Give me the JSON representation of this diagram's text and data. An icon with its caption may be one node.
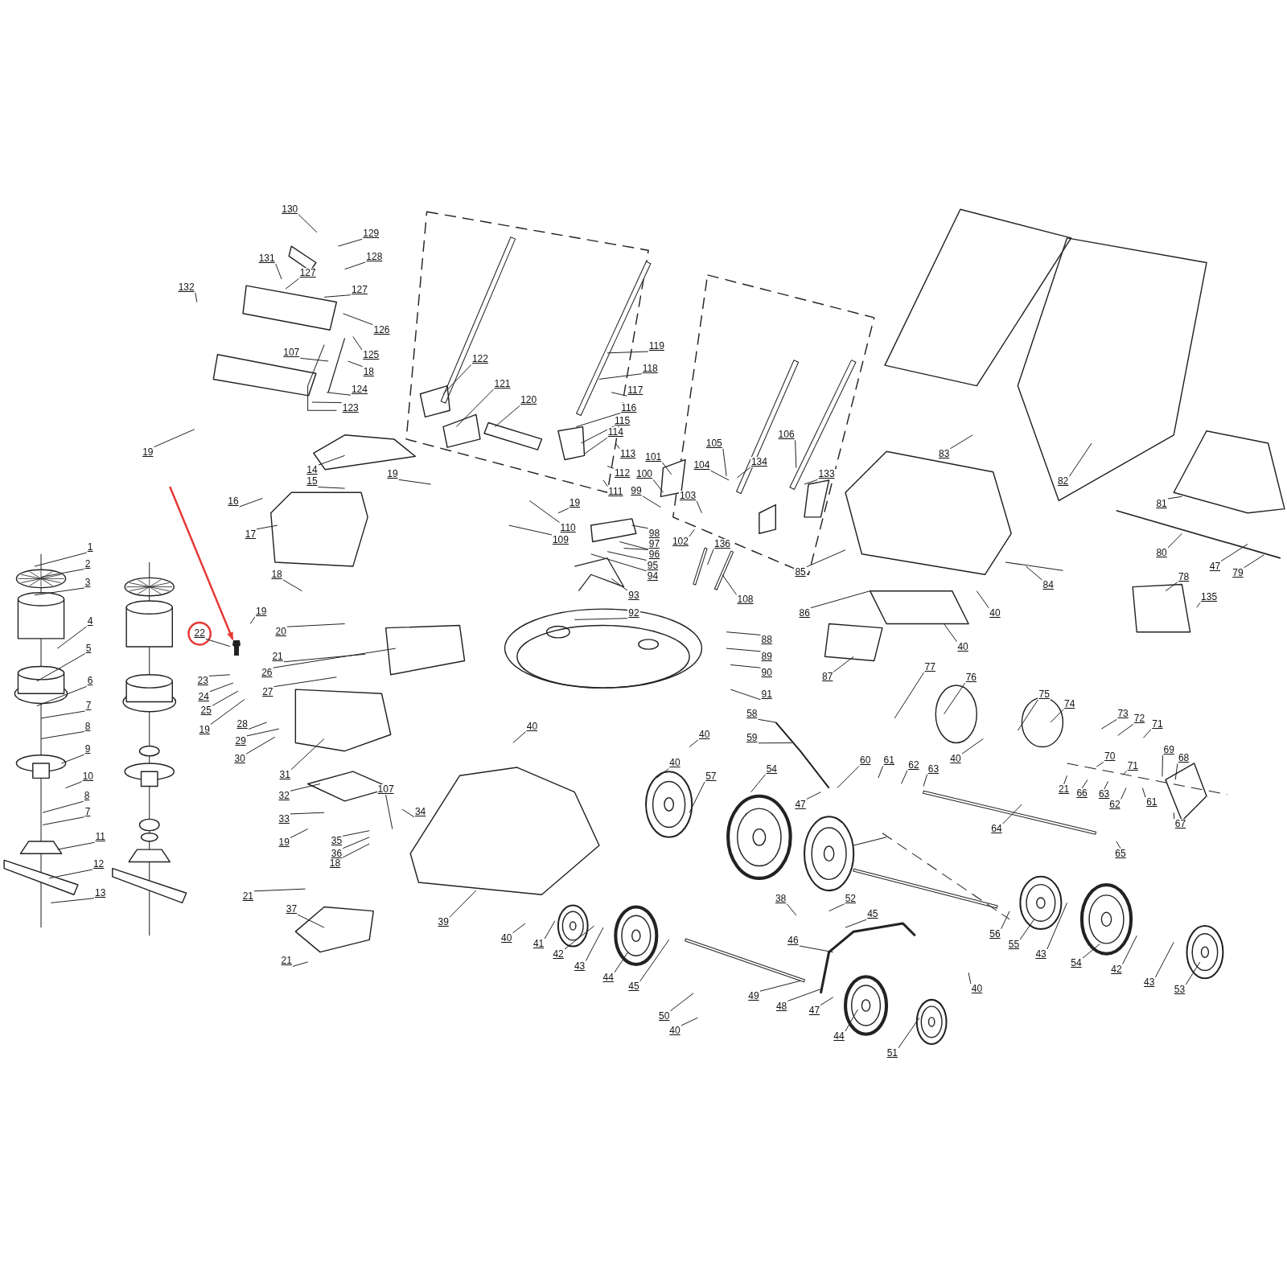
{
  "diagram": {
    "nodes": [
      {
        "text": [
          "130"
        ]
      },
      {
        "text": [
          "129"
        ]
      },
      {
        "text": [
          "131"
        ]
      },
      {
        "text": [
          "128"
        ]
      },
      {
        "text": [
          "127"
        ]
      },
      {
        "text": [
          "127"
        ]
      },
      {
        "text": [
          "132"
        ]
      },
      {
        "text": [
          "126"
        ]
      },
      {
        "text": [
          "125"
        ]
      },
      {
        "text": [
          "18"
        ]
      },
      {
        "text": [
          "107"
        ]
      },
      {
        "text": [
          "124"
        ]
      },
      {
        "text": [
          "123"
        ]
      },
      {
        "text": [
          "19"
        ]
      },
      {
        "text": [
          "122"
        ]
      },
      {
        "text": [
          "121"
        ]
      },
      {
        "text": [
          "120"
        ]
      },
      {
        "text": [
          "119"
        ]
      },
      {
        "text": [
          "118"
        ]
      },
      {
        "text": [
          "117"
        ]
      },
      {
        "text": [
          "116"
        ]
      },
      {
        "text": [
          "115"
        ]
      },
      {
        "text": [
          "114"
        ]
      },
      {
        "text": [
          "113"
        ]
      },
      {
        "text": [
          "112"
        ]
      },
      {
        "text": [
          "111"
        ]
      },
      {
        "text": [
          "14"
        ]
      },
      {
        "text": [
          "15"
        ]
      },
      {
        "text": [
          "19"
        ]
      },
      {
        "text": [
          "19"
        ]
      },
      {
        "text": [
          "110"
        ]
      },
      {
        "text": [
          "109"
        ]
      },
      {
        "text": [
          "101"
        ]
      },
      {
        "text": [
          "100"
        ]
      },
      {
        "text": [
          "99"
        ]
      },
      {
        "text": [
          "105"
        ]
      },
      {
        "text": [
          "104"
        ]
      },
      {
        "text": [
          "134"
        ]
      },
      {
        "text": [
          "106"
        ]
      },
      {
        "text": [
          "133"
        ]
      },
      {
        "text": [
          "103"
        ]
      },
      {
        "text": [
          "16"
        ]
      },
      {
        "text": [
          "98"
        ]
      },
      {
        "text": [
          "97"
        ]
      },
      {
        "text": [
          "102"
        ]
      },
      {
        "text": [
          "136"
        ]
      },
      {
        "text": [
          "17"
        ]
      },
      {
        "text": [
          "96"
        ]
      },
      {
        "text": [
          "95"
        ]
      },
      {
        "text": [
          "94"
        ]
      },
      {
        "text": [
          "93"
        ]
      },
      {
        "text": [
          "92"
        ]
      },
      {
        "text": [
          "108"
        ]
      },
      {
        "text": [
          "83"
        ]
      },
      {
        "text": [
          "82"
        ]
      },
      {
        "text": [
          "81"
        ]
      },
      {
        "text": [
          "80"
        ]
      },
      {
        "text": [
          "47"
        ]
      },
      {
        "text": [
          "79"
        ]
      },
      {
        "text": [
          "85"
        ]
      },
      {
        "text": [
          "86"
        ]
      },
      {
        "text": [
          "84"
        ]
      },
      {
        "text": [
          "78"
        ]
      },
      {
        "text": [
          "135"
        ]
      },
      {
        "text": [
          "40"
        ]
      },
      {
        "text": [
          "40"
        ]
      },
      {
        "text": [
          "87"
        ]
      },
      {
        "text": [
          "18"
        ]
      },
      {
        "text": [
          "1"
        ]
      },
      {
        "text": [
          "2"
        ]
      },
      {
        "text": [
          "3"
        ]
      },
      {
        "text": [
          "4"
        ]
      },
      {
        "text": [
          "5"
        ]
      },
      {
        "text": [
          "6"
        ]
      },
      {
        "text": [
          "7"
        ]
      },
      {
        "text": [
          "8"
        ]
      },
      {
        "text": [
          "9"
        ]
      },
      {
        "text": [
          "10"
        ]
      },
      {
        "text": [
          "8"
        ]
      },
      {
        "text": [
          "7"
        ]
      },
      {
        "text": [
          "11"
        ]
      },
      {
        "text": [
          "12"
        ]
      },
      {
        "text": [
          "13"
        ]
      },
      {
        "text": [
          "19"
        ]
      },
      {
        "text": [
          "22"
        ]
      },
      {
        "text": [],
        "shape": "picture"
      },
      {
        "text": [
          "20"
        ]
      },
      {
        "text": [
          "88"
        ]
      },
      {
        "text": [
          "21"
        ]
      },
      {
        "text": [
          "89"
        ]
      },
      {
        "text": [
          "26"
        ]
      },
      {
        "text": [
          "90"
        ]
      },
      {
        "text": [
          "23"
        ]
      },
      {
        "text": [
          "27"
        ]
      },
      {
        "text": [
          "91"
        ]
      },
      {
        "text": [
          "24"
        ]
      },
      {
        "text": [
          "25"
        ]
      },
      {
        "text": [
          "19"
        ]
      },
      {
        "text": [
          "28"
        ]
      },
      {
        "text": [
          "29"
        ]
      },
      {
        "text": [
          "30"
        ]
      },
      {
        "text": [
          "31"
        ]
      },
      {
        "text": [
          "32"
        ]
      },
      {
        "text": [
          "107"
        ]
      },
      {
        "text": [
          "34"
        ]
      },
      {
        "text": [
          "33"
        ]
      },
      {
        "text": [
          "19"
        ]
      },
      {
        "text": [
          "35"
        ]
      },
      {
        "text": [
          "36"
        ]
      },
      {
        "text": [
          "18"
        ]
      },
      {
        "text": [
          "21"
        ]
      },
      {
        "text": [
          "37"
        ]
      },
      {
        "text": [
          "21"
        ]
      },
      {
        "text": [
          "39"
        ]
      },
      {
        "text": [
          "77"
        ]
      },
      {
        "text": [
          "76"
        ]
      },
      {
        "text": [
          "75"
        ]
      },
      {
        "text": [
          "74"
        ]
      },
      {
        "text": [
          "73"
        ]
      },
      {
        "text": [
          "58"
        ]
      },
      {
        "text": [
          "72"
        ]
      },
      {
        "text": [
          "71"
        ]
      },
      {
        "text": [
          "40"
        ]
      },
      {
        "text": [
          "40"
        ]
      },
      {
        "text": [
          "59"
        ]
      },
      {
        "text": [
          "70"
        ]
      },
      {
        "text": [
          "69"
        ]
      },
      {
        "text": [
          "71"
        ]
      },
      {
        "text": [
          "40"
        ]
      },
      {
        "text": [
          "68"
        ]
      },
      {
        "text": [
          "40"
        ]
      },
      {
        "text": [
          "60"
        ]
      },
      {
        "text": [
          "61"
        ]
      },
      {
        "text": [
          "62"
        ]
      },
      {
        "text": [
          "63"
        ]
      },
      {
        "text": [
          "54"
        ]
      },
      {
        "text": [
          "57"
        ]
      },
      {
        "text": [
          "21"
        ]
      },
      {
        "text": [
          "66"
        ]
      },
      {
        "text": [
          "63"
        ]
      },
      {
        "text": [
          "62"
        ]
      },
      {
        "text": [
          "61"
        ]
      },
      {
        "text": [
          "47"
        ]
      },
      {
        "text": [
          "67"
        ]
      },
      {
        "text": [
          "64"
        ]
      },
      {
        "text": [
          "65"
        ]
      },
      {
        "text": [
          "38"
        ]
      },
      {
        "text": [
          "52"
        ]
      },
      {
        "text": [
          "45"
        ]
      },
      {
        "text": [
          "56"
        ]
      },
      {
        "text": [
          "40"
        ]
      },
      {
        "text": [
          "46"
        ]
      },
      {
        "text": [
          "41"
        ]
      },
      {
        "text": [
          "55"
        ]
      },
      {
        "text": [
          "42"
        ]
      },
      {
        "text": [
          "43"
        ]
      },
      {
        "text": [
          "54"
        ]
      },
      {
        "text": [
          "43"
        ]
      },
      {
        "text": [
          "42"
        ]
      },
      {
        "text": [
          "44"
        ]
      },
      {
        "text": [
          "43"
        ]
      },
      {
        "text": [
          "45"
        ]
      },
      {
        "text": [
          "53"
        ]
      },
      {
        "text": [
          "40"
        ]
      },
      {
        "text": [
          "49"
        ]
      },
      {
        "text": [
          "48"
        ]
      },
      {
        "text": [
          "47"
        ]
      },
      {
        "text": [
          "50"
        ]
      },
      {
        "text": [
          "40"
        ]
      },
      {
        "text": [
          "44"
        ]
      },
      {
        "text": [
          "51"
        ]
      }
    ],
    "edges": [
      {
        "from": 0,
        "to": null,
        "arrow": "none"
      },
      {
        "from": 1,
        "to": null,
        "arrow": "none"
      },
      {
        "from": 2,
        "to": null,
        "arrow": "none"
      },
      {
        "from": 3,
        "to": null,
        "arrow": "none"
      },
      {
        "from": 4,
        "to": null,
        "arrow": "none"
      },
      {
        "from": 5,
        "to": null,
        "arrow": "none"
      },
      {
        "from": 6,
        "to": null,
        "arrow": "none"
      },
      {
        "from": 7,
        "to": null,
        "arrow": "none"
      },
      {
        "from": 8,
        "to": null,
        "arrow": "none"
      },
      {
        "from": 9,
        "to": null,
        "arrow": "none"
      },
      {
        "from": 10,
        "to": null,
        "arrow": "none"
      },
      {
        "from": 11,
        "to": null,
        "arrow": "none"
      },
      {
        "from": 12,
        "to": null,
        "arrow": "none"
      },
      {
        "from": 13,
        "to": null,
        "arrow": "none"
      },
      {
        "from": 14,
        "to": null,
        "arrow": "none"
      },
      {
        "from": 15,
        "to": null,
        "arrow": "none"
      },
      {
        "from": 16,
        "to": null,
        "arrow": "none"
      },
      {
        "from": 17,
        "to": null,
        "arrow": "none"
      },
      {
        "from": 18,
        "to": null,
        "arrow": "none"
      },
      {
        "from": 19,
        "to": null,
        "arrow": "none"
      },
      {
        "from": 20,
        "to": null,
        "arrow": "none"
      },
      {
        "from": 21,
        "to": null,
        "arrow": "none"
      },
      {
        "from": 22,
        "to": null,
        "arrow": "none"
      },
      {
        "from": 23,
        "to": null,
        "arrow": "none"
      },
      {
        "from": 24,
        "to": null,
        "arrow": "none"
      },
      {
        "from": 25,
        "to": null,
        "arrow": "none"
      },
      {
        "from": 26,
        "to": null,
        "arrow": "none"
      },
      {
        "from": 27,
        "to": null,
        "arrow": "none"
      },
      {
        "from": 28,
        "to": null,
        "arrow": "none"
      },
      {
        "from": 29,
        "to": null,
        "arrow": "none"
      },
      {
        "from": 30,
        "to": null,
        "arrow": "none"
      },
      {
        "from": 31,
        "to": null,
        "arrow": "none"
      },
      {
        "from": 32,
        "to": null,
        "arrow": "none"
      },
      {
        "from": 33,
        "to": null,
        "arrow": "none"
      },
      {
        "from": 34,
        "to": null,
        "arrow": "none"
      },
      {
        "from": 35,
        "to": null,
        "arrow": "none"
      },
      {
        "from": 36,
        "to": null,
        "arrow": "none"
      },
      {
        "from": 37,
        "to": null,
        "arrow": "none"
      },
      {
        "from": 38,
        "to": null,
        "arrow": "none"
      },
      {
        "from": 39,
        "to": null,
        "arrow": "none"
      },
      {
        "from": 40,
        "to": null,
        "arrow": "none"
      },
      {
        "from": 41,
        "to": null,
        "arrow": "none"
      },
      {
        "from": 42,
        "to": null,
        "arrow": "none"
      },
      {
        "from": 43,
        "to": null,
        "arrow": "none"
      },
      {
        "from": 44,
        "to": null,
        "arrow": "none"
      },
      {
        "from": 45,
        "to": null,
        "arrow": "none"
      },
      {
        "from": 46,
        "to": null,
        "arrow": "none"
      },
      {
        "from": 47,
        "to": null,
        "arrow": "none"
      },
      {
        "from": 48,
        "to": null,
        "arrow": "none"
      },
      {
        "from": 49,
        "to": null,
        "arrow": "none"
      },
      {
        "from": 50,
        "to": null,
        "arrow": "none"
      },
      {
        "from": 51,
        "to": null,
        "arrow": "none"
      },
      {
        "from": 52,
        "to": null,
        "arrow": "none"
      },
      {
        "from": 53,
        "to": null,
        "arrow": "none"
      },
      {
        "from": 54,
        "to": null,
        "arrow": "none"
      },
      {
        "from": 55,
        "to": null,
        "arrow": "none"
      },
      {
        "from": 56,
        "to": null,
        "arrow": "none"
      },
      {
        "from": 57,
        "to": null,
        "arrow": "none"
      },
      {
        "from": 58,
        "to": null,
        "arrow": "none"
      },
      {
        "from": 59,
        "to": null,
        "arrow": "none"
      },
      {
        "from": 60,
        "to": null,
        "arrow": "none"
      },
      {
        "from": 61,
        "to": null,
        "arrow": "none"
      },
      {
        "from": 62,
        "to": null,
        "arrow": "none"
      },
      {
        "from": 63,
        "to": null,
        "arrow": "none"
      },
      {
        "from": 64,
        "to": null,
        "arrow": "none"
      },
      {
        "from": 65,
        "to": null,
        "arrow": "none"
      },
      {
        "from": 66,
        "to": null,
        "arrow": "none"
      },
      {
        "from": 67,
        "to": null,
        "arrow": "none"
      },
      {
        "from": 68,
        "to": null,
        "arrow": "none"
      },
      {
        "from": 69,
        "to": null,
        "arrow": "none"
      },
      {
        "from": 70,
        "to": null,
        "arrow": "none"
      },
      {
        "from": 71,
        "to": null,
        "arrow": "none"
      },
      {
        "from": 72,
        "to": null,
        "arrow": "none"
      },
      {
        "from": 73,
        "to": null,
        "arrow": "none"
      },
      {
        "from": 74,
        "to": null,
        "arrow": "none"
      },
      {
        "from": 75,
        "to": null,
        "arrow": "none"
      },
      {
        "from": 76,
        "to": null,
        "arrow": "none"
      },
      {
        "from": 77,
        "to": null,
        "arrow": "none"
      },
      {
        "from": 78,
        "to": null,
        "arrow": "none"
      },
      {
        "from": 79,
        "to": null,
        "arrow": "none"
      },
      {
        "from": 80,
        "to": null,
        "arrow": "none"
      },
      {
        "from": 81,
        "to": null,
        "arrow": "none"
      },
      {
        "from": 82,
        "to": null,
        "arrow": "none"
      },
      {
        "from": 83,
        "to": null,
        "arrow": "none"
      },
      {
        "from": 84,
        "to": 85,
        "arrow": "none"
      },
      {
        "from": 86,
        "to": null,
        "arrow": "none"
      },
      {
        "from": 87,
        "to": null,
        "arrow": "none"
      },
      {
        "from": 88,
        "to": null,
        "arrow": "none"
      },
      {
        "from": 89,
        "to": null,
        "arrow": "none"
      },
      {
        "from": 90,
        "to": null,
        "arrow": "none"
      },
      {
        "from": 91,
        "to": null,
        "arrow": "none"
      },
      {
        "from": 92,
        "to": null,
        "arrow": "none"
      },
      {
        "from": 93,
        "to": null,
        "arrow": "none"
      },
      {
        "from": 94,
        "to": null,
        "arrow": "none"
      },
      {
        "from": 95,
        "to": null,
        "arrow": "none"
      },
      {
        "from": 96,
        "to": null,
        "arrow": "none"
      },
      {
        "from": 97,
        "to": null,
        "arrow": "none"
      },
      {
        "from": 98,
        "to": null,
        "arrow": "none"
      },
      {
        "from": 99,
        "to": null,
        "arrow": "none"
      },
      {
        "from": 100,
        "to": null,
        "arrow": "none"
      },
      {
        "from": 101,
        "to": null,
        "arrow": "none"
      },
      {
        "from": 102,
        "to": null,
        "arrow": "none"
      },
      {
        "from": 103,
        "to": null,
        "arrow": "none"
      },
      {
        "from": 104,
        "to": null,
        "arrow": "none"
      },
      {
        "from": 105,
        "to": null,
        "arrow": "none"
      },
      {
        "from": 106,
        "to": null,
        "arrow": "none"
      },
      {
        "from": 107,
        "to": null,
        "arrow": "none"
      },
      {
        "from": 108,
        "to": null,
        "arrow": "none"
      },
      {
        "from": 109,
        "to": null,
        "arrow": "none"
      },
      {
        "from": 110,
        "to": null,
        "arrow": "none"
      },
      {
        "from": 111,
        "to": null,
        "arrow": "none"
      },
      {
        "from": 112,
        "to": null,
        "arrow": "none"
      },
      {
        "from": 113,
        "to": null,
        "arrow": "none"
      },
      {
        "from": 114,
        "to": null,
        "arrow": "none"
      },
      {
        "from": 115,
        "to": null,
        "arrow": "none"
      },
      {
        "from": 116,
        "to": null,
        "arrow": "none"
      },
      {
        "from": 117,
        "to": null,
        "arrow": "none"
      },
      {
        "from": 118,
        "to": null,
        "arrow": "none"
      },
      {
        "from": 119,
        "to": null,
        "arrow": "none"
      },
      {
        "from": 120,
        "to": null,
        "arrow": "none"
      },
      {
        "from": 121,
        "to": null,
        "arrow": "none"
      },
      {
        "from": 122,
        "to": null,
        "arrow": "none"
      },
      {
        "from": 123,
        "to": null,
        "arrow": "none"
      },
      {
        "from": 124,
        "to": null,
        "arrow": "none"
      },
      {
        "from": 125,
        "to": null,
        "arrow": "none"
      },
      {
        "from": 126,
        "to": null,
        "arrow": "none"
      },
      {
        "from": 127,
        "to": null,
        "arrow": "none"
      },
      {
        "from": 128,
        "to": null,
        "arrow": "none"
      },
      {
        "from": 129,
        "to": null,
        "arrow": "none"
      },
      {
        "from": 130,
        "to": null,
        "arrow": "none"
      },
      {
        "from": 131,
        "to": null,
        "arrow": "none"
      },
      {
        "from": 132,
        "to": null,
        "arrow": "none"
      },
      {
        "from": 133,
        "to": null,
        "arrow": "none"
      },
      {
        "from": 134,
        "to": null,
        "arrow": "none"
      },
      {
        "from": 135,
        "to": null,
        "arrow": "none"
      },
      {
        "from": 136,
        "to": null,
        "arrow": "none"
      },
      {
        "from": 137,
        "to": null,
        "arrow": "none"
      },
      {
        "from": 138,
        "to": null,
        "arrow": "none"
      },
      {
        "from": 139,
        "to": null,
        "arrow": "none"
      },
      {
        "from": 140,
        "to": null,
        "arrow": "none"
      },
      {
        "from": 141,
        "to": null,
        "arrow": "none"
      },
      {
        "from": 142,
        "to": null,
        "arrow": "none"
      },
      {
        "from": 143,
        "to": null,
        "arrow": "none"
      },
      {
        "from": 144,
        "to": null,
        "arrow": "none"
      },
      {
        "from": 145,
        "to": null,
        "arrow": "none"
      },
      {
        "from": 146,
        "to": null,
        "arrow": "none"
      },
      {
        "from": 147,
        "to": null,
        "arrow": "none"
      },
      {
        "from": 148,
        "to": null,
        "arrow": "none"
      },
      {
        "from": 149,
        "to": null,
        "arrow": "none"
      },
      {
        "from": 150,
        "to": null,
        "arrow": "none"
      },
      {
        "from": 151,
        "to": null,
        "arrow": "none"
      },
      {
        "from": 152,
        "to": null,
        "arrow": "none"
      },
      {
        "from": 153,
        "to": null,
        "arrow": "none"
      },
      {
        "from": 154,
        "to": null,
        "arrow": "none"
      },
      {
        "from": 155,
        "to": null,
        "arrow": "none"
      },
      {
        "from": 156,
        "to": null,
        "arrow": "none"
      },
      {
        "from": 157,
        "to": null,
        "arrow": "none"
      },
      {
        "from": 158,
        "to": null,
        "arrow": "none"
      },
      {
        "from": 159,
        "to": null,
        "arrow": "none"
      },
      {
        "from": 160,
        "to": null,
        "arrow": "none"
      },
      {
        "from": 161,
        "to": null,
        "arrow": "none"
      },
      {
        "from": 162,
        "to": null,
        "arrow": "none"
      },
      {
        "from": 163,
        "to": null,
        "arrow": "none"
      },
      {
        "from": 164,
        "to": null,
        "arrow": "none"
      },
      {
        "from": 165,
        "to": null,
        "arrow": "none"
      },
      {
        "from": 166,
        "to": null,
        "arrow": "none"
      },
      {
        "from": 167,
        "to": null,
        "arrow": "none"
      },
      {
        "from": 168,
        "to": null,
        "arrow": "none"
      },
      {
        "from": 169,
        "to": null,
        "arrow": "none"
      },
      {
        "from": 170,
        "to": null,
        "arrow": "none"
      },
      {
        "from": null,
        "to": 85,
        "arrow": "to",
        "color": "#e53935"
      }
    ]
  }
}
